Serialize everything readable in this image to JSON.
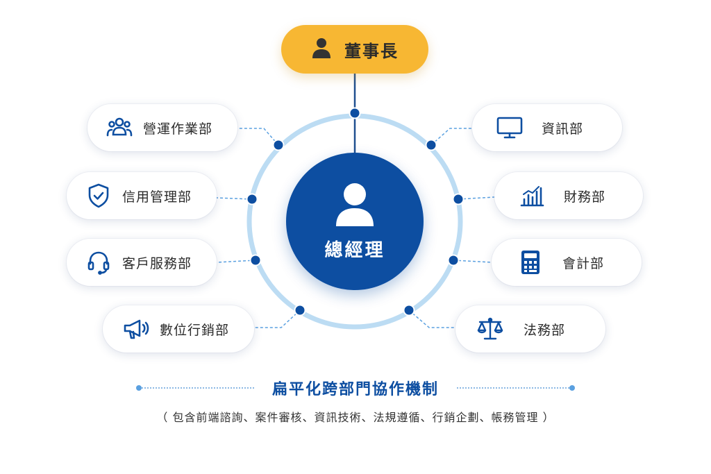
{
  "chairman": {
    "label": "董事長",
    "icon": "person-icon"
  },
  "center": {
    "label": "總經理",
    "icon": "person-icon"
  },
  "departments": [
    {
      "label": "營運作業部",
      "icon": "team-icon"
    },
    {
      "label": "信用管理部",
      "icon": "shield-check-icon"
    },
    {
      "label": "客戶服務部",
      "icon": "headset-icon"
    },
    {
      "label": "數位行銷部",
      "icon": "megaphone-icon"
    },
    {
      "label": "資訊部",
      "icon": "monitor-icon"
    },
    {
      "label": "財務部",
      "icon": "bar-chart-icon"
    },
    {
      "label": "會計部",
      "icon": "calculator-icon"
    },
    {
      "label": "法務部",
      "icon": "scales-icon"
    }
  ],
  "title": "扁平化跨部門協作機制",
  "subtitle": "（ 包含前端諮詢、案件審核、資訊技術、法規遵循、行銷企劃、帳務管理 ）",
  "colors": {
    "primary": "#0d4ea1",
    "accent": "#f7b733",
    "ring": "#bcdcf3",
    "connector": "#5aa0e0"
  }
}
